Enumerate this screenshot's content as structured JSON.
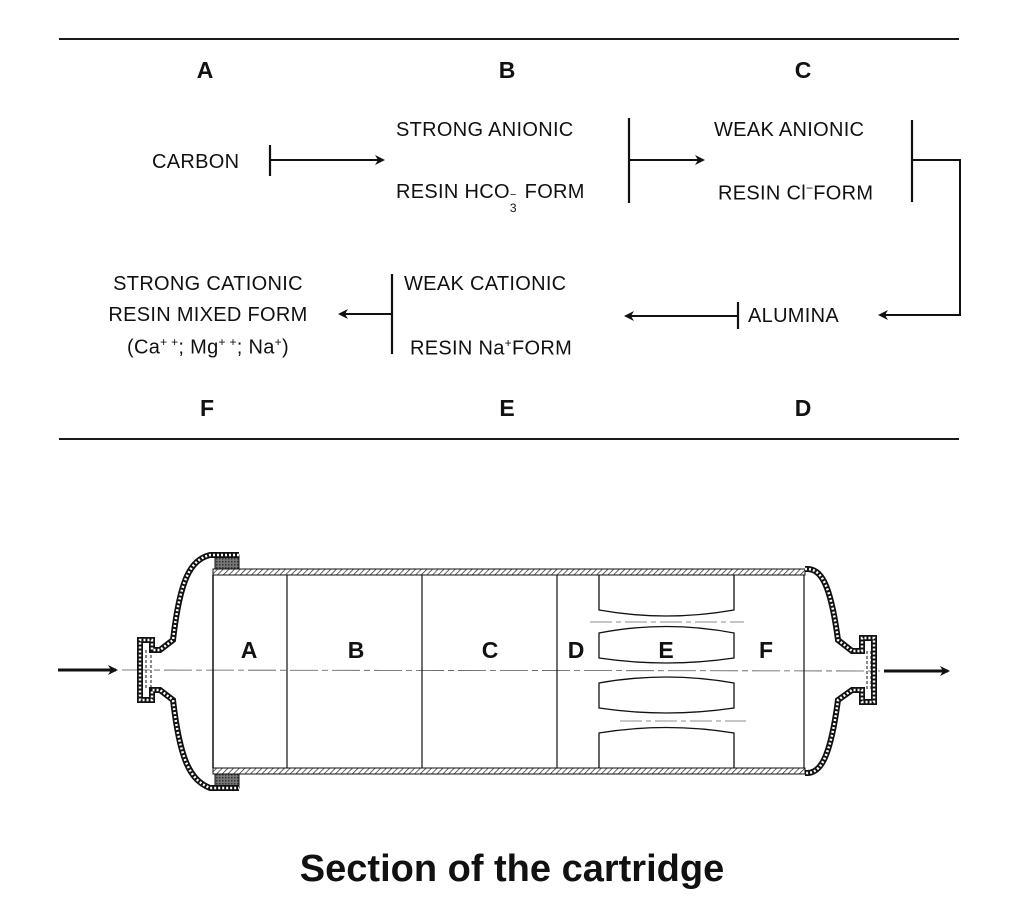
{
  "flow": {
    "stages": [
      {
        "letter": "A",
        "line1": "CARBON",
        "line2": ""
      },
      {
        "letter": "B",
        "line1": "STRONG ANIONIC",
        "line2_prefix": "RESIN HCO",
        "line2_sub": "3",
        "line2_sup": "−",
        "line2_suffix": " FORM"
      },
      {
        "letter": "C",
        "line1": "WEAK ANIONIC",
        "line2_prefix": "RESIN Cl",
        "line2_sup": "−",
        "line2_suffix": "FORM"
      },
      {
        "letter": "D",
        "line1": "ALUMINA"
      },
      {
        "letter": "E",
        "line1": "WEAK CATIONIC",
        "line2_prefix": "RESIN Na",
        "line2_sup": "+",
        "line2_suffix": "FORM"
      },
      {
        "letter": "F",
        "line1": "STRONG CATIONIC",
        "line2": "RESIN MIXED FORM",
        "line3_ca": "(Ca",
        "line3_ca_sup": "+ +",
        "line3_mg": "; Mg",
        "line3_mg_sup": "+ +",
        "line3_na": "; Na",
        "line3_na_sup": "+",
        "line3_end": ")"
      }
    ]
  },
  "cartridge": {
    "sections": [
      "A",
      "B",
      "C",
      "D",
      "E",
      "F"
    ]
  },
  "caption": "Section of the cartridge",
  "colors": {
    "ink": "#111111",
    "background": "#ffffff"
  }
}
